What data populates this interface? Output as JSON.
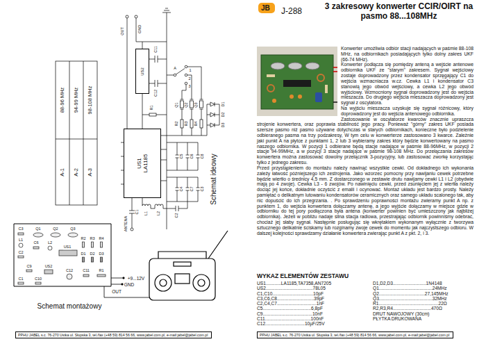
{
  "diagram": {
    "title": "3 zakresowy konwerter CCIR/OIRT na pasmo 88...108MHz",
    "nodes": [
      {
        "text": [
          "US2"
        ]
      },
      {
        "text": [
          "US1",
          "LA1185"
        ]
      },
      {
        "text": [
          "PPHU JABEL s.c. 76-270 Ustka ul. Słupska 3, tel./fax (+48 59) 814 56 66, www.jabel.com.pl, e-mail:jabel@jabel.com.pl"
        ]
      },
      {
        "text": [
          "JB"
        ]
      },
      {
        "text": [
          "PPHU JABEL s.c. 76-270 Ustka ul. Słupska 3, tel./fax (+48 59) 814 56 66, www.jabel.com.pl, e-mail:jabel@jabel.com.pl"
        ]
      }
    ],
    "edges": [
      {
        "from": 0,
        "to": 1,
        "arrow": "none"
      }
    ],
    "labels": [
      "OUT",
      "GND",
      "C11",
      "C12",
      "A",
      "1",
      "2",
      "3",
      "Q1",
      "Q2",
      "Q3",
      "R2",
      "R3",
      "R4",
      "D1",
      "D2",
      "D3",
      "R1",
      "C5",
      "C6",
      "C8",
      "C4",
      "C7",
      "C3",
      "C2",
      "C1",
      "L1",
      "L2",
      "ANTENA",
      "88-96 MHz",
      "94-99 MHz",
      "98-108 MHz",
      "A-1",
      "A-2",
      "A-3",
      "Schemat ideowy",
      "C3",
      "Q1",
      "Q2",
      "Q3",
      "L1",
      "C6",
      "L2",
      "US1",
      "R2",
      "R3",
      "R4",
      "D1",
      "D2",
      "D3",
      "C2",
      "C9",
      "US2",
      "C12",
      "C11",
      "R1",
      "C1",
      "C10",
      "+9...12V",
      "GND",
      "OUT",
      "Schemat montażowy",
      "J-288",
      "Konwerter umożliwia odbiór stacji nadających w paśmie 88-108 MHz, na odbiornikach posiadających tylko dolny zakres UKF (66-74 MHz).",
      "Konwerter podłącza się pomiędzy anteną a wejście antenowe odbiornika UKF ze \"starym\" zakresem. Sygnał wejściowy zostaje doprowadzony przez kondensator sprzęgający C1 do wejścia wzmacniacza w.cz. Cewka L1 i kondensator C3 stanowią jego obwód wejściowy, a cewka L2 jego obwód wyjściowy. Wzmocniony sygnał doprowadzony jest do wejścia mieszacza. Do drugiego wejścia mieszacza doprowadzony jest sygnał z oscylatora.",
      "Na wyjściu mieszacza uzyskuje się sygnał różnicowy, który doprowadzony jest do wejścia antenowego odbiornika.",
      "Zastosowanie w oscylatorze kwarców znacznie upraszcza strojenie konwertera, oraz poprawia stabilność jego pracy. Ponieważ \"górny\" zakres UKF posiada szersze pasmo niż pasmo używane dotychczas w starych odbiornikach, konieczne było podzielenie odbieranego pasma na trzy podzakresy, W tym celu w konwerterze zastosowano 3 kwarce. Zależnie jaki punkt A na płytce z punktami 1, 2 lub 3 wybieramy zakres który będzie konwertowany na pasmo naszego odbiornika. W pozycji 1 odbierane będą stacje nadające w paśmie 88-96MHz, w pozycji 2 stacje 94-99MHz, a w pozycji 3 stacje nadające w paśmie 98-108 MHz. Do przełączania zakresów konwertera można zastosować dowolny przełącznik 3-pozycyjny, lub zastosować zworkę korzystając tylko z jednego zakresu.",
      "Przed przystąpieniem do montażu należy nawinąć wszystkie cewki. Od dokładnego ich wykonania zależy łatwość późniejszego ich zestrojenia. Jako wzorzec pomocny przy nawijaniu cewek potrzebne będzie wiertło o średnicy 4,5 mm. Z dostarczonego w zestawie drutu nawijamy cewki L1 i L2 (obydwie mają po 4 zwoje). Cewka L3 - 6 zwojów. Po nawinięciu cewki, przed zsunięciem jej z wiertła należy dociąć jej końce, dokładnie oczyścić z emalii i ocynować. Montaż układu jest bardzo prosty. Należy pamiętać o delikatnym lutowaniu kondensatorów ceramicznych oraz samego układu scalonego tak, aby nic dopuścić do ich przegrzania. . Po sprawdzeniu poprawności montażu zwieramy punkt A np. z punktem 1, do wejścia konwertera dołączamy antenę, a jego wyjście dołączamy w miejsce gdzie w odbiorniku do tej pory podłączona była antena (konwerter powinien być umieszczony jak najbliżej odbiornika). Jeżeli w pobliżu nadaje silna stacja radiowa, przestrajając odbiornik powinniśmy odebrać, chociaż jej słaby sygnał. Następnie posługując się wkrętakiem wykonanym wyłącznie z tworzywa sztucznego delikatnie ściskamy lub rozginamy zwoje cewek do momentu jak najczystszego odbioru. W dalszej kolejności sprawdzamy działanie konwertera zwierając punkt A z pkt. 2, i 3.",
      "WYKAZ ELEMENTÓW ZESTAWU",
      "US1............LA1185,TA7358,AN7205",
      "US2.....................................78L05",
      "C1,C10................................10pF",
      "C3,C6,C8.............................39pF",
      "C2,C4,C7...............................1nF",
      "C5......................................6,8pF",
      "C9.......................................10nF",
      "C11....................................100nF",
      "C12...............................10µF/25V",
      "D1,D2,D3..........................1N4148",
      "Q1..........................................24MHz",
      "Q2....................................27,145MHz",
      "Q3..........................................32MHz",
      "R1...............................................22Ω",
      "R2,R3,R4..............................470Ω",
      "DRUT NAWOJOWY (30cm)",
      "PŁYTKA DRUKOWANA"
    ]
  }
}
